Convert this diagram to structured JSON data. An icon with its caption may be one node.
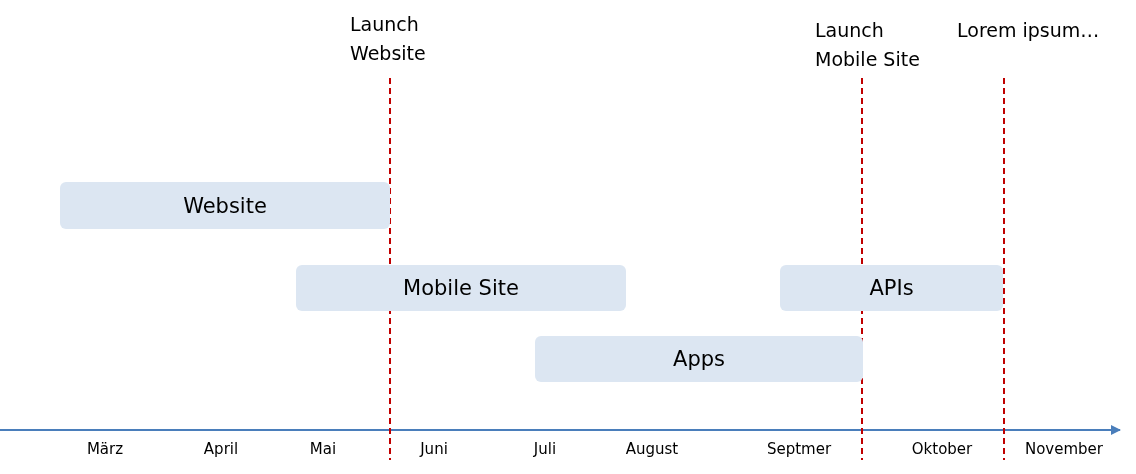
{
  "diagram": {
    "nodes": [
      {
        "text": [
          "Website"
        ]
      },
      {
        "text": [
          "Mobile Site"
        ]
      },
      {
        "text": [
          "APIs"
        ]
      },
      {
        "text": [
          "Apps"
        ]
      }
    ],
    "edges": [],
    "labels": [
      "Launch Website",
      "Launch Mobile Site",
      "Lorem ipsum…",
      "März",
      "April",
      "Mai",
      "Juni",
      "Juli",
      "August",
      "Septmer",
      "Oktober",
      "November"
    ]
  }
}
